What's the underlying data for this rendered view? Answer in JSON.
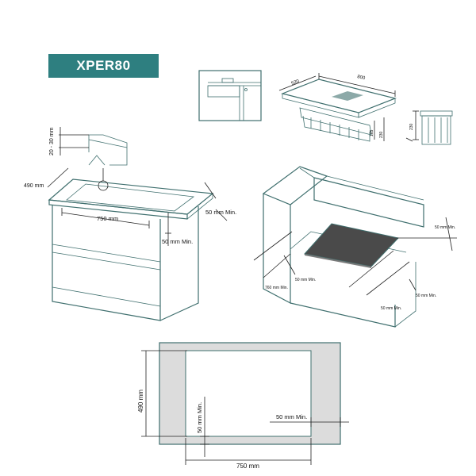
{
  "title": "XPER80",
  "colors": {
    "accent": "#2e7f80",
    "line": "#3f6f6e",
    "cutout_fill": "#dcdcdc",
    "hob_fill": "#4a4a4a"
  },
  "detail_top": {
    "width": "800",
    "depth": "520",
    "height": "230",
    "depth2": "165",
    "depth3": "230",
    "side_height": "230"
  },
  "cabinet": {
    "depth": "490 mm",
    "thickness": "20 - 30 mm",
    "width": "750 mm",
    "clearance_back": "50 mm Min.",
    "clearance_side": "50 mm Min."
  },
  "hood": {
    "clearance_right": "50 mm Min.",
    "front_depth": "760 mm Min.",
    "clearance_front": "50 mm Min.",
    "clearance_side_a": "50 mm Min.",
    "clearance_side_b": "50 mm Min."
  },
  "cutout": {
    "height": "490 mm",
    "width": "750 mm",
    "margin_bottom": "50 mm Min.",
    "margin_right": "50 mm Min."
  }
}
